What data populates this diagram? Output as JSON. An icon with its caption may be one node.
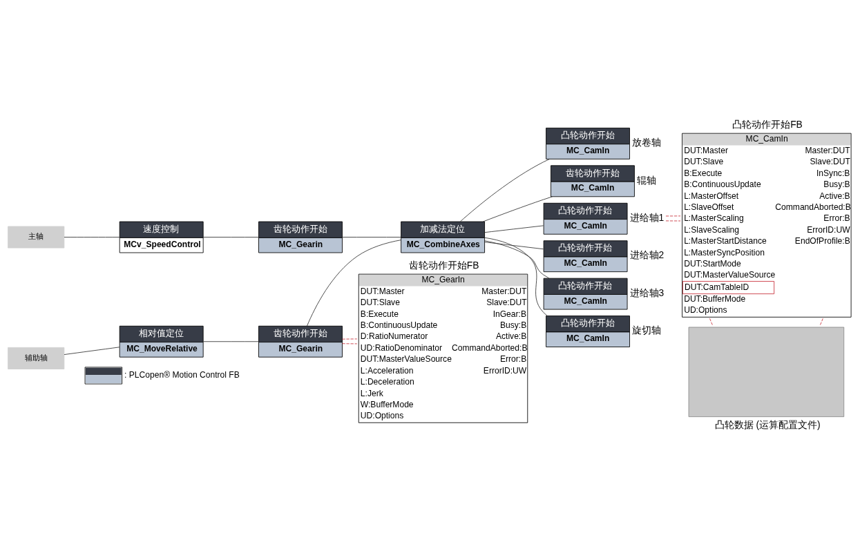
{
  "diagram": {
    "nodes": [
      {
        "text": [
          "主轴"
        ]
      },
      {
        "text": [
          "辅助轴"
        ]
      },
      {
        "text": [
          "速度控制",
          "MCv_SpeedControl"
        ]
      },
      {
        "text": [
          "齿轮动作开始",
          "MC_Gearin"
        ]
      },
      {
        "text": [
          "加减法定位",
          "MC_CombineAxes"
        ]
      },
      {
        "text": [
          "相对值定位",
          "MC_MoveRelative"
        ]
      },
      {
        "text": [
          "齿轮动作开始",
          "MC_Gearin"
        ]
      },
      {
        "text": [
          "凸轮动作开始",
          "MC_CamIn"
        ],
        "beside": [
          "放卷轴"
        ]
      },
      {
        "text": [
          "齿轮动作开始",
          "MC_CamIn"
        ],
        "beside": [
          "辊轴"
        ]
      },
      {
        "text": [
          "凸轮动作开始",
          "MC_CamIn"
        ],
        "beside": [
          "进给轴1"
        ]
      },
      {
        "text": [
          "凸轮动作开始",
          "MC_CamIn"
        ],
        "beside": [
          "进给轴2"
        ]
      },
      {
        "text": [
          "凸轮动作开始",
          "MC_CamIn"
        ],
        "beside": [
          "进给轴3"
        ]
      },
      {
        "text": [
          "凸轮动作开始",
          "MC_CamIn"
        ],
        "beside": [
          "旋切轴"
        ]
      },
      {
        "text": [
          "齿轮动作开始FB",
          "MC_GearIn",
          "DUT:Master",
          "Master:DUT",
          "DUT:Slave",
          "Slave:DUT",
          "B:Execute",
          "InGear:B",
          "B:ContinuousUpdate",
          "Busy:B",
          "D:RatioNumerator",
          "Active:B",
          "UD:RatioDenominator",
          "CommandAborted:B",
          "DUT:MasterValueSource",
          "Error:B",
          "L:Acceleration",
          "ErrorID:UW",
          "L:Deceleration",
          "L:Jerk",
          "W:BufferMode",
          "UD:Options"
        ]
      },
      {
        "text": [
          "凸轮动作开始FB",
          "MC_CamIn",
          "DUT:Master",
          "Master:DUT",
          "DUT:Slave",
          "Slave:DUT",
          "B:Execute",
          "InSync:B",
          "B:ContinuousUpdate",
          "Busy:B",
          "L:MasterOffset",
          "Active:B",
          "L:SlaveOffset",
          "CommandAborted:B",
          "L:MasterScaling",
          "Error:B",
          "L:SlaveScaling",
          "ErrorID:UW",
          "L:MasterStartDistance",
          "EndOfProfile:B",
          "L:MasterSyncPosition",
          "DUT:StartMode",
          "DUT:MasterValueSource",
          "DUT:CamTableID",
          "DUT:BufferMode",
          "UD:Options"
        ]
      },
      {
        "text": [],
        "shape": "box",
        "beside": [
          "凸轮数据 (运算配置文件)"
        ]
      }
    ],
    "edges": [
      {
        "from": 0,
        "to": 2,
        "arrow": "none"
      },
      {
        "from": 2,
        "to": 3,
        "arrow": "none"
      },
      {
        "from": 3,
        "to": 4,
        "arrow": "none"
      },
      {
        "from": 1,
        "to": 5,
        "arrow": "none"
      },
      {
        "from": 5,
        "to": 6,
        "arrow": "none"
      },
      {
        "from": 6,
        "to": 4,
        "arrow": "none"
      },
      {
        "from": 4,
        "to": 7,
        "arrow": "none"
      },
      {
        "from": 4,
        "to": 8,
        "arrow": "none"
      },
      {
        "from": 4,
        "to": 9,
        "arrow": "none"
      },
      {
        "from": 4,
        "to": 10,
        "arrow": "none"
      },
      {
        "from": 4,
        "to": 11,
        "arrow": "none"
      },
      {
        "from": 4,
        "to": 12,
        "arrow": "none"
      },
      {
        "from": 6,
        "to": 13,
        "arrow": "none",
        "style": "dashed",
        "color": "#c8323c"
      },
      {
        "from": 6,
        "to": 13,
        "arrow": "none",
        "style": "dashed",
        "color": "#c8323c"
      },
      {
        "from": 9,
        "to": 14,
        "arrow": "none",
        "style": "dashed",
        "color": "#c8323c"
      },
      {
        "from": 9,
        "to": 14,
        "arrow": "none",
        "style": "dashed",
        "color": "#c8323c"
      },
      {
        "from": 14,
        "to": 15,
        "arrow": "none",
        "style": "dashed",
        "color": "#c8323c"
      },
      {
        "from": 14,
        "to": 15,
        "arrow": "none",
        "style": "dashed",
        "color": "#c8323c"
      }
    ],
    "legend": [
      {
        "text": ": PLCopen® Motion Control FB"
      }
    ]
  }
}
